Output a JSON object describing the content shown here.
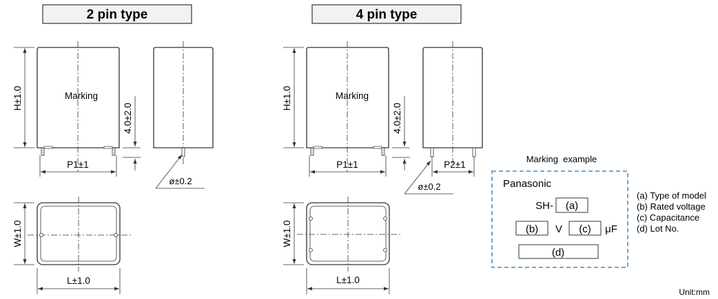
{
  "left": {
    "title": "2 pin type",
    "height_dim": "H±1.0",
    "lead_dim": "4.0±2.0",
    "marking": "Marking",
    "pitch_dim": "P1±1",
    "dia_dim": "ø±0.2",
    "width_dim": "W±1.0",
    "length_dim": "L±1.0"
  },
  "right": {
    "title": "4 pin type",
    "height_dim": "H±1.0",
    "lead_dim": "4.0±2.0",
    "marking": "Marking",
    "pitch_dim": "P1±1",
    "pitch2_dim": "P2±1",
    "dia_dim": "ø±0.2",
    "width_dim": "W±1.0",
    "length_dim": "L±1.0"
  },
  "marking_example": {
    "title": "Marking  example",
    "brand": "Panasonic",
    "prefix": "SH-",
    "box_a": "(a)",
    "box_b": "(b)",
    "v_unit": "V",
    "box_c": "(c)",
    "uf_unit": "μF",
    "box_d": "(d)"
  },
  "legend": [
    "(a) Type of model",
    "(b) Rated voltage",
    "(c) Capacitance",
    "(d) Lot No."
  ],
  "unit": "Unit:mm"
}
